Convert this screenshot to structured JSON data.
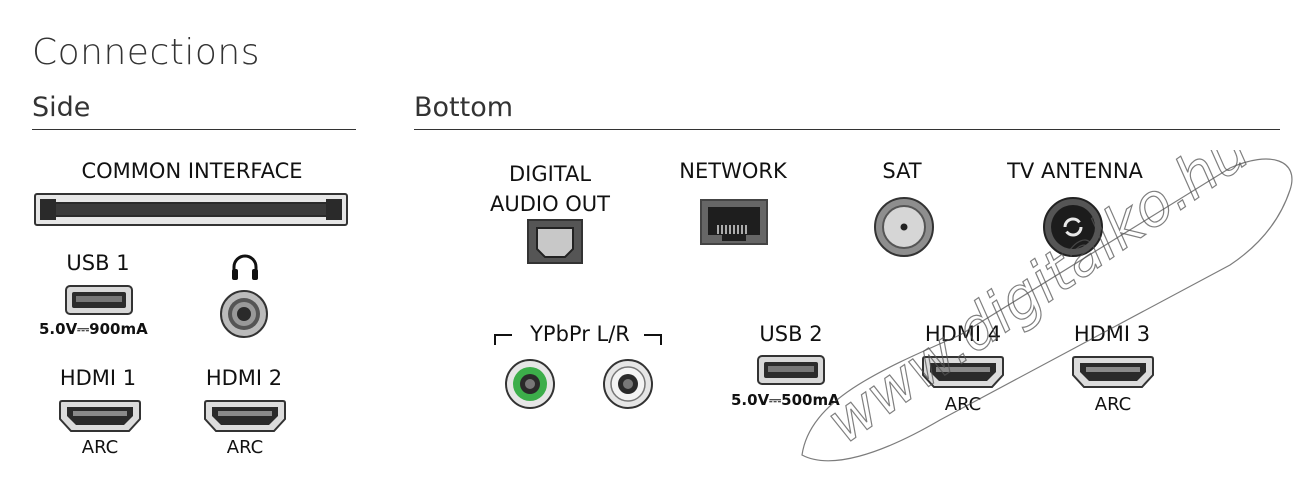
{
  "page": {
    "title": "Connections"
  },
  "sections": {
    "side": "Side",
    "bottom": "Bottom"
  },
  "side": {
    "common_interface": "COMMON INTERFACE",
    "usb1": "USB 1",
    "usb1_power": "5.0V⎓900mA",
    "hdmi1": "HDMI 1",
    "hdmi1_sub": "ARC",
    "hdmi2": "HDMI 2",
    "hdmi2_sub": "ARC",
    "headphone_icon": "headphones-icon"
  },
  "bottom": {
    "digital_audio_line1": "DIGITAL",
    "digital_audio_line2": "AUDIO OUT",
    "network": "NETWORK",
    "sat": "SAT",
    "tv_antenna": "TV ANTENNA",
    "ypbpr": "YPbPr L/R",
    "usb2": "USB 2",
    "usb2_power": "5.0V⎓500mA",
    "hdmi4": "HDMI 4",
    "hdmi4_sub": "ARC",
    "hdmi3": "HDMI 3",
    "hdmi3_sub": "ARC"
  },
  "watermark": "www.digitalko.hu",
  "colors": {
    "rca_green": "#3cae4a",
    "port_dark": "#333333",
    "port_grey": "#9a9a9a"
  }
}
